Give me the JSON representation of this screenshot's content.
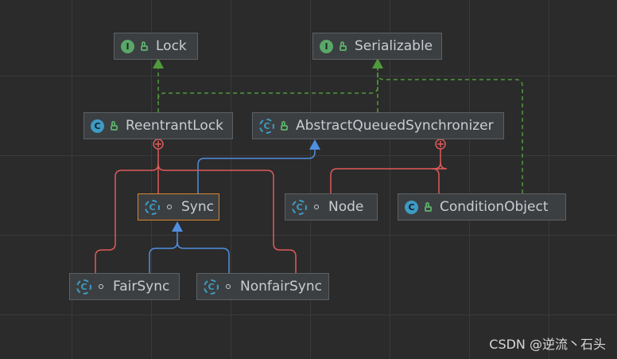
{
  "nodes": [
    {
      "id": "lock",
      "name": "Lock",
      "kind": "I",
      "vis": "public"
    },
    {
      "id": "serializable",
      "name": "Serializable",
      "kind": "I",
      "vis": "public"
    },
    {
      "id": "reentrantlock",
      "name": "ReentrantLock",
      "kind": "C",
      "vis": "public"
    },
    {
      "id": "aqs",
      "name": "AbstractQueuedSynchronizer",
      "kind": "C",
      "vis": "public"
    },
    {
      "id": "sync",
      "name": "Sync",
      "kind": "C",
      "vis": "package"
    },
    {
      "id": "node",
      "name": "Node",
      "kind": "C",
      "vis": "package"
    },
    {
      "id": "conditionobject",
      "name": "ConditionObject",
      "kind": "C",
      "vis": "public"
    },
    {
      "id": "fairsync",
      "name": "FairSync",
      "kind": "C",
      "vis": "package"
    },
    {
      "id": "nonfairsync",
      "name": "NonfairSync",
      "kind": "C",
      "vis": "package"
    }
  ],
  "relations": [
    {
      "from": "reentrantlock",
      "to": "lock",
      "type": "implements"
    },
    {
      "from": "reentrantlock",
      "to": "serializable",
      "type": "implements"
    },
    {
      "from": "aqs",
      "to": "serializable",
      "type": "implements"
    },
    {
      "from": "conditionobject",
      "to": "serializable",
      "type": "implements"
    },
    {
      "from": "sync",
      "to": "aqs",
      "type": "extends"
    },
    {
      "from": "fairsync",
      "to": "sync",
      "type": "extends"
    },
    {
      "from": "nonfairsync",
      "to": "sync",
      "type": "extends"
    },
    {
      "from": "sync",
      "to": "reentrantlock",
      "type": "inner"
    },
    {
      "from": "fairsync",
      "to": "reentrantlock",
      "type": "inner"
    },
    {
      "from": "nonfairsync",
      "to": "reentrantlock",
      "type": "inner"
    },
    {
      "from": "node",
      "to": "aqs",
      "type": "inner"
    },
    {
      "from": "conditionobject",
      "to": "aqs",
      "type": "inner"
    }
  ],
  "colors": {
    "implements": "#4f9a3c",
    "extends": "#4f8fe0",
    "inner": "#e05a5a",
    "selected": "#d9862c"
  },
  "watermark": "CSDN @逆流丶石头"
}
